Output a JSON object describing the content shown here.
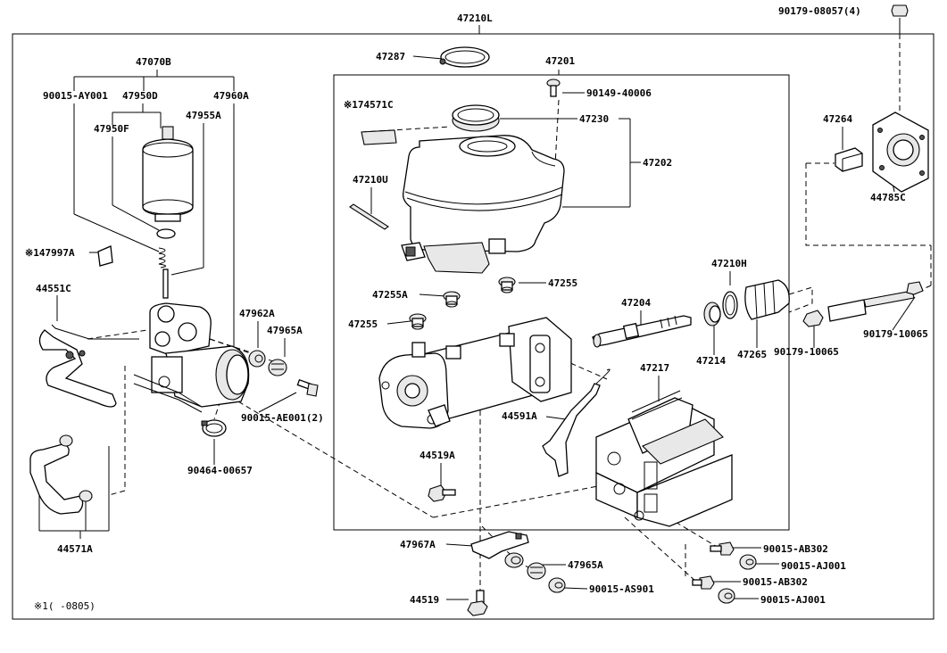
{
  "labels": {
    "l47210L": "47210L",
    "l90179_08057": "90179-08057(4)",
    "l47287": "47287",
    "l47201": "47201",
    "l47070B": "47070B",
    "l90015_AY001": "90015-AY001",
    "l47950D": "47950D",
    "l47960A": "47960A",
    "l90149_40006": "90149-40006",
    "l74571C": "※174571C",
    "l47955A": "47955A",
    "l47950F": "47950F",
    "l47230": "47230",
    "l47264": "47264",
    "l47202": "47202",
    "l47210U": "47210U",
    "l44785C": "44785C",
    "l147997A": "※147997A",
    "l47210H": "47210H",
    "l44551C": "44551C",
    "l47255a": "47255",
    "l47255A": "47255A",
    "l47204": "47204",
    "l47962A": "47962A",
    "l47255b": "47255",
    "l47965A_1": "47965A",
    "l90179_10065a": "90179-10065",
    "l90179_10065b": "90179-10065",
    "l47214": "47214",
    "l47265": "47265",
    "l47217": "47217",
    "l90015_AE001": "90015-AE001(2)",
    "l44591A": "44591A",
    "l44519A": "44519A",
    "l90464_00657": "90464-00657",
    "l44571A": "44571A",
    "l47967A": "47967A",
    "l90015_AB302a": "90015-AB302",
    "l90015_AJ001a": "90015-AJ001",
    "l47965A_2": "47965A",
    "l90015_AB302b": "90015-AB302",
    "l44519": "44519",
    "l90015_AS901": "90015-AS901",
    "l90015_AJ001b": "90015-AJ001",
    "footnote": "※1(    -0805)"
  }
}
